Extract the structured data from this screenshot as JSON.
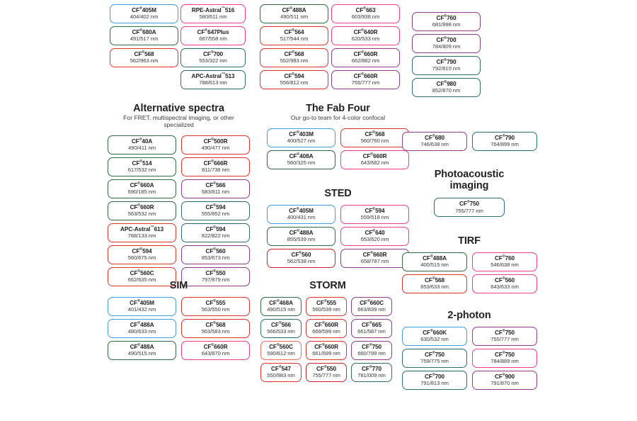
{
  "meta": {
    "registered_mark": "®",
    "trademark_mark": "™",
    "unit": "nm"
  },
  "colors": {
    "blue": "#3f9fdc",
    "green": "#2f6b3e",
    "red": "#e2322c",
    "pink": "#ec3d8c",
    "teal": "#2f6f6b",
    "purple": "#8d3d8f",
    "salmon": "#ef6a5a",
    "darkred": "#c8242b",
    "text": "#231f20"
  },
  "groups": [
    {
      "id": "top-left",
      "title": "",
      "subtitle": "",
      "columns": 1,
      "cells": [
        {
          "name": "CF",
          "sup": "®",
          "suffix": "405M",
          "spectra": "404/402 nm",
          "color": "blue"
        },
        {
          "name": "CF",
          "sup": "®",
          "suffix": "680A",
          "spectra": "491/517 nm",
          "color": "green"
        },
        {
          "name": "CF",
          "sup": "®",
          "suffix": "568",
          "spectra": "562/963 nm",
          "color": "red"
        }
      ]
    },
    {
      "id": "top-mid-left",
      "title": "",
      "subtitle": "",
      "columns": 1,
      "cells": [
        {
          "name": "RPE-Astral",
          "sup": "™",
          "suffix": "516",
          "spectra": "580/611 nm",
          "color": "pink"
        },
        {
          "name": "CF",
          "sup": "®",
          "suffix": "647Plus",
          "spectra": "667/558 nm",
          "color": "pink"
        },
        {
          "name": "CF",
          "sup": "®",
          "suffix": "700",
          "spectra": "553/322 nm",
          "color": "teal"
        },
        {
          "name": "APC-Astral",
          "sup": "™",
          "suffix": "513",
          "spectra": "788/613 nm",
          "color": "teal"
        }
      ]
    },
    {
      "id": "top-mid-right",
      "title": "",
      "subtitle": "",
      "columns": 1,
      "cells": [
        {
          "name": "CF",
          "sup": "®",
          "suffix": "488A",
          "spectra": "490/511 nm",
          "color": "green"
        },
        {
          "name": "CF",
          "sup": "®",
          "suffix": "564",
          "spectra": "517/544 nm",
          "color": "red"
        },
        {
          "name": "CF",
          "sup": "®",
          "suffix": "568",
          "spectra": "552/983 nm",
          "color": "red"
        },
        {
          "name": "CF",
          "sup": "®",
          "suffix": "594",
          "spectra": "556/812 nm",
          "color": "red"
        }
      ]
    },
    {
      "id": "top-right-pink",
      "title": "",
      "subtitle": "",
      "columns": 1,
      "cells": [
        {
          "name": "CF",
          "sup": "®",
          "suffix": "663",
          "spectra": "603/938 nm",
          "color": "pink"
        },
        {
          "name": "CF",
          "sup": "®",
          "suffix": "640R",
          "spectra": "620/533 nm",
          "color": "pink"
        },
        {
          "name": "CF",
          "sup": "®",
          "suffix": "660R",
          "spectra": "662/882 nm",
          "color": "purple"
        },
        {
          "name": "CF",
          "sup": "®",
          "suffix": "660R",
          "spectra": "755/777 nm",
          "color": "purple"
        }
      ]
    },
    {
      "id": "top-far-right",
      "title": "",
      "subtitle": "",
      "columns": 1,
      "cells": [
        {
          "name": "CF",
          "sup": "®",
          "suffix": "760",
          "spectra": "681/998 nm",
          "color": "purple"
        },
        {
          "name": "CF",
          "sup": "®",
          "suffix": "700",
          "spectra": "784/809 nm",
          "color": "purple"
        },
        {
          "name": "CF",
          "sup": "®",
          "suffix": "790",
          "spectra": "792/810 nm",
          "color": "teal"
        },
        {
          "name": "CF",
          "sup": "®",
          "suffix": "980",
          "spectra": "852/870 nm",
          "color": "teal"
        }
      ]
    },
    {
      "id": "alternative-spectra",
      "title": "Alternative spectra",
      "subtitle": "For FRET, multispectral imaging, or other specialized",
      "columns": 2,
      "cells": [
        {
          "name": "CF",
          "sup": "®",
          "suffix": "40A",
          "spectra": "490/411 nm",
          "color": "green"
        },
        {
          "name": "CF",
          "sup": "®",
          "suffix": "500R",
          "spectra": "490/477 nm",
          "color": "red"
        },
        {
          "name": "CF",
          "sup": "®",
          "suffix": "514",
          "spectra": "617/532 nm",
          "color": "green"
        },
        {
          "name": "CF",
          "sup": "®",
          "suffix": "666R",
          "spectra": "811/738 nm",
          "color": "red"
        },
        {
          "name": "CF",
          "sup": "®",
          "suffix": "660A",
          "spectra": "690/185 nm",
          "color": "green"
        },
        {
          "name": "CF",
          "sup": "®",
          "suffix": "566",
          "spectra": "683/811 nm",
          "color": "purple"
        },
        {
          "name": "CF",
          "sup": "®",
          "suffix": "660R",
          "spectra": "563/532 nm",
          "color": "green"
        },
        {
          "name": "CF",
          "sup": "®",
          "suffix": "594",
          "spectra": "555/852 nm",
          "color": "teal"
        },
        {
          "name": "APC-Astral",
          "sup": "™",
          "suffix": "613",
          "spectra": "788/133 nm",
          "color": "red"
        },
        {
          "name": "CF",
          "sup": "®",
          "suffix": "594",
          "spectra": "822/822 nm",
          "color": "teal"
        },
        {
          "name": "CF",
          "sup": "®",
          "suffix": "594",
          "spectra": "560/675 nm",
          "color": "red"
        },
        {
          "name": "CF",
          "sup": "®",
          "suffix": "560",
          "spectra": "853/673 nm",
          "color": "purple"
        },
        {
          "name": "CF",
          "sup": "®",
          "suffix": "560C",
          "spectra": "662/635 nm",
          "color": "red"
        },
        {
          "name": "CF",
          "sup": "®",
          "suffix": "550",
          "spectra": "797/879 nm",
          "color": "purple"
        }
      ]
    },
    {
      "id": "fab-four",
      "title": "The Fab Four",
      "subtitle": "Our go-to team for 4-color confocal",
      "columns": 2,
      "cells": [
        {
          "name": "CF",
          "sup": "®",
          "suffix": "403M",
          "spectra": "400/527 nm",
          "color": "blue"
        },
        {
          "name": "CF",
          "sup": "®",
          "suffix": "568",
          "spectra": "560/760 nm",
          "color": "red"
        },
        {
          "name": "CF",
          "sup": "®",
          "suffix": "408A",
          "spectra": "560/325 nm",
          "color": "green"
        },
        {
          "name": "CF",
          "sup": "®",
          "suffix": "660R",
          "spectra": "643/682 nm",
          "color": "pink"
        }
      ]
    },
    {
      "id": "sted",
      "title": "STED",
      "subtitle": "",
      "columns": 2,
      "cells": [
        {
          "name": "CF",
          "sup": "®",
          "suffix": "405M",
          "spectra": "400/431 nm",
          "color": "blue"
        },
        {
          "name": "CF",
          "sup": "®",
          "suffix": "594",
          "spectra": "559/518 nm",
          "color": "pink"
        },
        {
          "name": "CF",
          "sup": "®",
          "suffix": "488A",
          "spectra": "855/539 nm",
          "color": "green"
        },
        {
          "name": "CF",
          "sup": "®",
          "suffix": "640",
          "spectra": "653/620 nm",
          "color": "pink"
        },
        {
          "name": "CF",
          "sup": "®",
          "suffix": "560",
          "spectra": "562/538 nm",
          "color": "darkred"
        },
        {
          "name": "CF",
          "sup": "®",
          "suffix": "660R",
          "spectra": "658/787 nm",
          "color": "purple"
        }
      ]
    },
    {
      "id": "right-pair",
      "title": "",
      "subtitle": "",
      "columns": 2,
      "cells": [
        {
          "name": "CF",
          "sup": "®",
          "suffix": "680",
          "spectra": "746/638 nm",
          "color": "purple"
        },
        {
          "name": "CF",
          "sup": "®",
          "suffix": "790",
          "spectra": "764/899 nm",
          "color": "teal"
        }
      ]
    },
    {
      "id": "photoacoustic",
      "title": "Photoacoustic\nimaging",
      "subtitle": "",
      "columns": 1,
      "cells": [
        {
          "name": "CF",
          "sup": "®",
          "suffix": "750",
          "spectra": "755/777 nm",
          "color": "teal"
        }
      ]
    },
    {
      "id": "tirf",
      "title": "TIRF",
      "subtitle": "",
      "columns": 2,
      "cells": [
        {
          "name": "CF",
          "sup": "®",
          "suffix": "488A",
          "spectra": "400/515 nm",
          "color": "green"
        },
        {
          "name": "CF",
          "sup": "®",
          "suffix": "760",
          "spectra": "546/638 nm",
          "color": "pink"
        },
        {
          "name": "CF",
          "sup": "®",
          "suffix": "568",
          "spectra": "653/633 nm",
          "color": "red"
        },
        {
          "name": "CF",
          "sup": "®",
          "suffix": "560",
          "spectra": "643/633 nm",
          "color": "pink"
        }
      ]
    },
    {
      "id": "sim",
      "title": "SIM",
      "subtitle": "",
      "columns": 2,
      "cells": [
        {
          "name": "CF",
          "sup": "®",
          "suffix": "405M",
          "spectra": "401/432 nm",
          "color": "blue"
        },
        {
          "name": "CF",
          "sup": "®",
          "suffix": "555",
          "spectra": "563/550 nm",
          "color": "red"
        },
        {
          "name": "CF",
          "sup": "®",
          "suffix": "488A",
          "spectra": "480/633 nm",
          "color": "blue"
        },
        {
          "name": "CF",
          "sup": "®",
          "suffix": "568",
          "spectra": "563/583 nm",
          "color": "red"
        },
        {
          "name": "CF",
          "sup": "®",
          "suffix": "488A",
          "spectra": "490/515 nm",
          "color": "green"
        },
        {
          "name": "CF",
          "sup": "®",
          "suffix": "660R",
          "spectra": "643/870 nm",
          "color": "pink"
        }
      ]
    },
    {
      "id": "storm",
      "title": "STORM",
      "subtitle": "",
      "columns": 3,
      "cells": [
        {
          "name": "CF",
          "sup": "®",
          "suffix": "468A",
          "spectra": "490/515 nm",
          "color": "green"
        },
        {
          "name": "CF",
          "sup": "®",
          "suffix": "555",
          "spectra": "560/539 nm",
          "color": "red"
        },
        {
          "name": "CF",
          "sup": "®",
          "suffix": "660C",
          "spectra": "663/839 nm",
          "color": "purple"
        },
        {
          "name": "CF",
          "sup": "®",
          "suffix": "566",
          "spectra": "566/533 nm",
          "color": "teal"
        },
        {
          "name": "CF",
          "sup": "®",
          "suffix": "660R",
          "spectra": "669/599 nm",
          "color": "red"
        },
        {
          "name": "CF",
          "sup": "®",
          "suffix": "665",
          "spectra": "661/587 nm",
          "color": "purple"
        },
        {
          "name": "CF",
          "sup": "®",
          "suffix": "560C",
          "spectra": "590/612 nm",
          "color": "salmon"
        },
        {
          "name": "CF",
          "sup": "®",
          "suffix": "660R",
          "spectra": "661/599 nm",
          "color": "red"
        },
        {
          "name": "CF",
          "sup": "®",
          "suffix": "750",
          "spectra": "660/799 nm",
          "color": "purple"
        },
        {
          "name": "CF",
          "sup": "®",
          "suffix": "547",
          "spectra": "550/983 nm",
          "color": "red"
        },
        {
          "name": "CF",
          "sup": "®",
          "suffix": "550",
          "spectra": "755/777 nm",
          "color": "darkred"
        },
        {
          "name": "CF",
          "sup": "®",
          "suffix": "770",
          "spectra": "781/009 nm",
          "color": "teal"
        }
      ]
    },
    {
      "id": "two-photon",
      "title": "2-photon",
      "subtitle": "",
      "columns": 2,
      "cells": [
        {
          "name": "CF",
          "sup": "®",
          "suffix": "660K",
          "spectra": "630/532 nm",
          "color": "blue"
        },
        {
          "name": "CF",
          "sup": "®",
          "suffix": "750",
          "spectra": "755/777 nm",
          "color": "purple"
        },
        {
          "name": "CF",
          "sup": "®",
          "suffix": "750",
          "spectra": "759/775 nm",
          "color": "teal"
        },
        {
          "name": "CF",
          "sup": "®",
          "suffix": "750",
          "spectra": "784/889 nm",
          "color": "pink"
        },
        {
          "name": "CF",
          "sup": "®",
          "suffix": "700",
          "spectra": "791/813 nm",
          "color": "teal"
        },
        {
          "name": "CF",
          "sup": "®",
          "suffix": "900",
          "spectra": "791/870 nm",
          "color": "purple"
        }
      ]
    }
  ]
}
